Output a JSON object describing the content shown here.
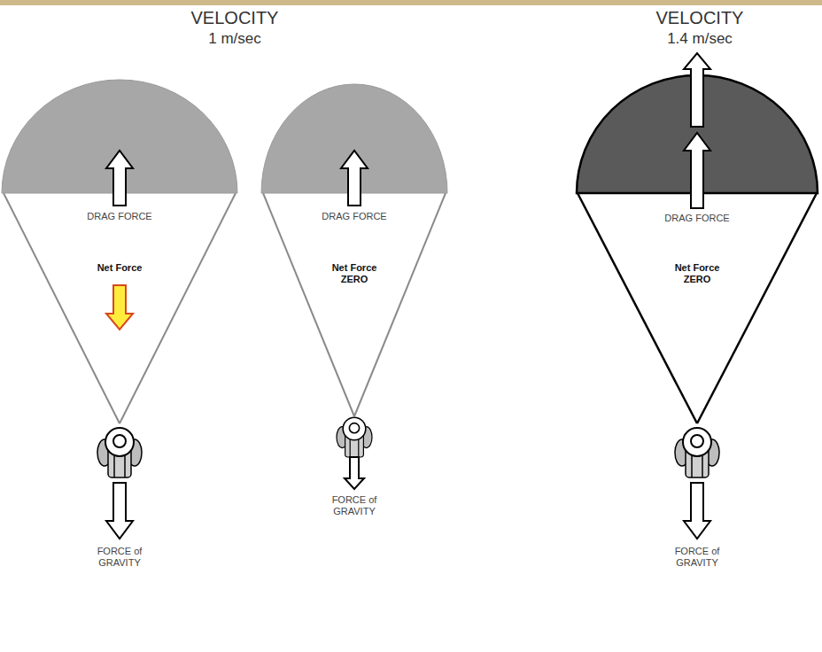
{
  "diagram": {
    "labels": [
      "VELOCITY",
      "1 m/sec",
      "DRAG FORCE",
      "Net Force",
      "FORCE of GRAVITY",
      "DRAG FORCE",
      "Net Force ZERO",
      "FORCE of GRAVITY",
      "VELOCITY",
      "1.4 m/sec",
      "DRAG FORCE",
      "Net Force ZERO",
      "FORCE of GRAVITY"
    ]
  }
}
